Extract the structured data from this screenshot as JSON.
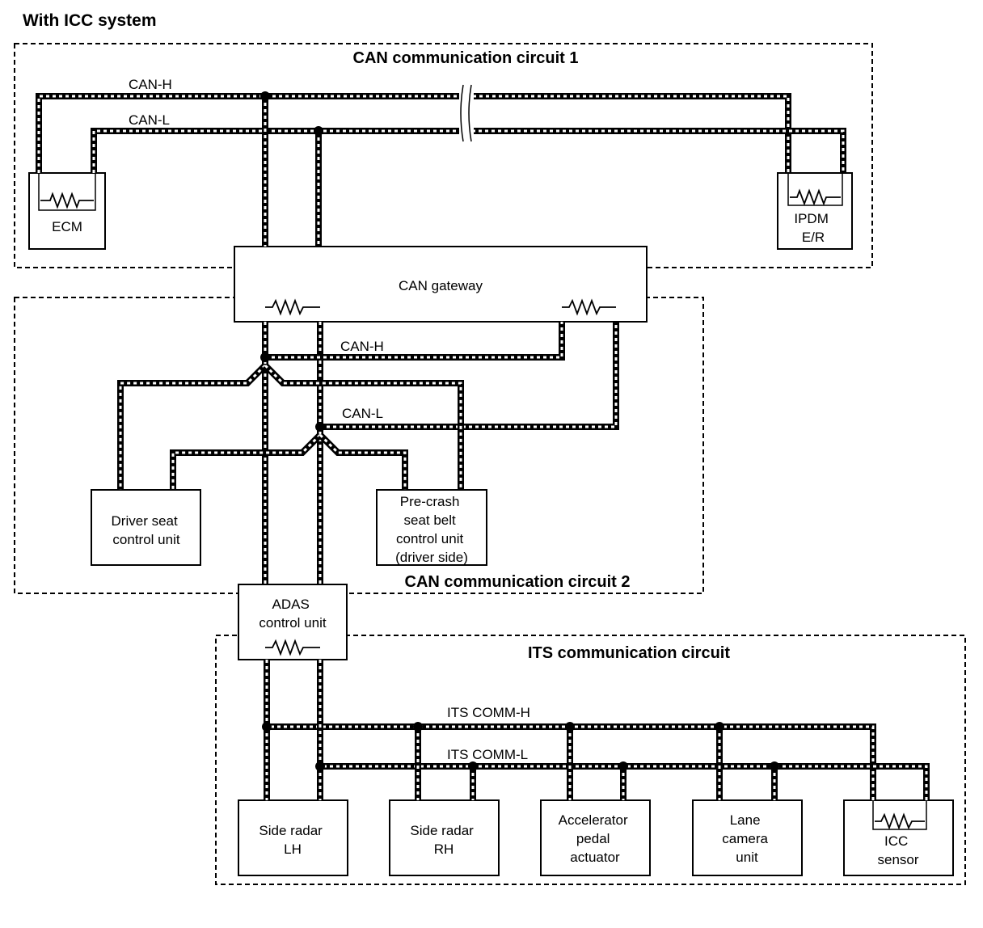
{
  "title": "With ICC system",
  "circuits": {
    "can1": "CAN communication circuit 1",
    "can2": "CAN communication circuit 2",
    "its": "ITS communication circuit"
  },
  "lines": {
    "can1_h": "CAN-H",
    "can1_l": "CAN-L",
    "can2_h": "CAN-H",
    "can2_l": "CAN-L",
    "its_h": "ITS COMM-H",
    "its_l": "ITS COMM-L"
  },
  "units": {
    "ecm": [
      "ECM"
    ],
    "ipdm": [
      "IPDM",
      "E/R"
    ],
    "gateway": [
      "CAN gateway"
    ],
    "driver_seat": [
      "Driver seat",
      "control unit"
    ],
    "pre_crash": [
      "Pre-crash",
      "seat belt",
      "control unit",
      "(driver side)"
    ],
    "adas": [
      "ADAS",
      "control unit"
    ],
    "side_radar_lh": [
      "Side radar",
      "LH"
    ],
    "side_radar_rh": [
      "Side radar",
      "RH"
    ],
    "accel": [
      "Accelerator",
      "pedal",
      "actuator"
    ],
    "lane_cam": [
      "Lane",
      "camera",
      "unit"
    ],
    "icc": [
      "ICC",
      "sensor"
    ]
  }
}
